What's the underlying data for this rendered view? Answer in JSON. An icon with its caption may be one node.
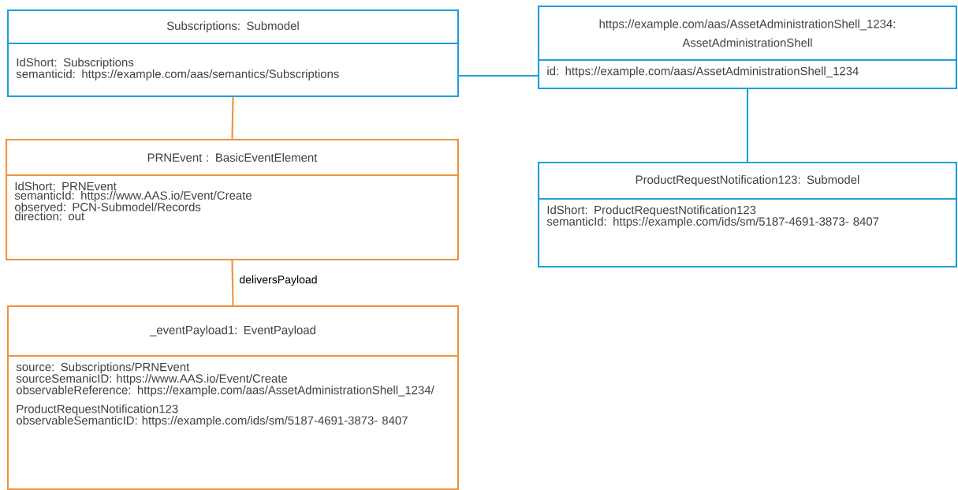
{
  "diagram": {
    "nodes": [
      {
        "text": [
          "Subscriptions: Submodel",
          "IdShort: Subscriptions",
          "semanticid: https://example.com/aas/semantics/Subscriptions"
        ]
      },
      {
        "text": [
          "https://example.com/aas/AssetAdministrationShell_1234: AssetAdministrationShell",
          "id: https://example.com/aas/AssetAdministrationShell_1234"
        ]
      },
      {
        "text": [
          "PRNEvent : BasicEventElement",
          "IdShort: PRNEvent",
          "semanticId: https://www.AAS.io/Event/Create",
          "observed: PCN-Submodel/Records",
          "direction: out"
        ]
      },
      {
        "text": [
          "ProductRequestNotification123: Submodel",
          "IdShort: ProductRequestNotification123",
          "semanticId: https://example.com/ids/sm/5187-4691-3873- 8407"
        ]
      },
      {
        "text": [
          "_eventPayload1: EventPayload",
          "source: Subscriptions/PRNEvent",
          "sourceSemanicID: https://www.AAS.io/Event/Create",
          "observableReference: https://example.com/aas/AssetAdministrationShell_1234/ ProductRequestNotification123",
          "observableSemanticID: https://example.com/ids/sm/5187-4691-3873- 8407"
        ]
      }
    ],
    "edges": [
      {
        "from": 0,
        "to": 1,
        "arrow": "none",
        "color": "#1ba1d8"
      },
      {
        "from": 0,
        "to": 2,
        "arrow": "none",
        "color": "#f0923c"
      },
      {
        "from": 1,
        "to": 3,
        "arrow": "none",
        "color": "#1ba1d8"
      },
      {
        "from": 2,
        "to": 4,
        "arrow": "none",
        "color": "#f0923c",
        "label": "deliversPayload"
      }
    ]
  }
}
